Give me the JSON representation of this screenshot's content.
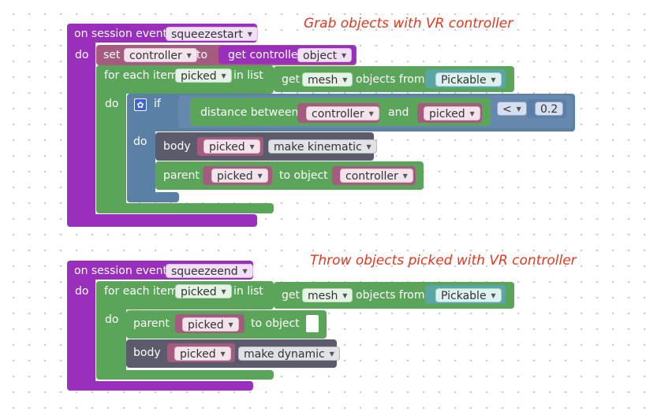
{
  "annotations": {
    "grab": "Grab objects with VR controller",
    "throw": "Throw objects picked with VR controller"
  },
  "grab": {
    "event_label": "on session event",
    "event_value": "squeezestart",
    "do_label": "do",
    "set_label": "set",
    "set_var": "controller",
    "to_label": "to",
    "get_controller_label": "get controller",
    "get_controller_value": "object",
    "foreach_label": "for each item",
    "foreach_var": "picked",
    "in_list_label": "in list",
    "get_label": "get",
    "get_value": "mesh",
    "objects_from_label": "objects from",
    "objects_from_value": "Pickable",
    "do2_label": "do",
    "if_label": "if",
    "distance_label": "distance between",
    "distance_a": "controller",
    "and_label": "and",
    "distance_b": "picked",
    "compare_op": "<",
    "compare_value": "0.2",
    "do3_label": "do",
    "body_label": "body",
    "body_var": "picked",
    "body_action": "make kinematic",
    "parent_label": "parent",
    "parent_var": "picked",
    "to_object_label": "to object",
    "to_object_var": "controller"
  },
  "throw": {
    "event_label": "on session event",
    "event_value": "squeezeend",
    "do_label": "do",
    "foreach_label": "for each item",
    "foreach_var": "picked",
    "in_list_label": "in list",
    "get_label": "get",
    "get_value": "mesh",
    "objects_from_label": "objects from",
    "objects_from_value": "Pickable",
    "do2_label": "do",
    "parent_label": "parent",
    "parent_var": "picked",
    "to_object_label": "to object",
    "body_label": "body",
    "body_var": "picked",
    "body_action": "make dynamic"
  },
  "colors": {
    "event": "#9a2fbd",
    "variable": "#a55b80",
    "loop": "#5ba55b",
    "logic": "#5b80a5",
    "physics": "#5b5b6b",
    "tag": "#5ba5a5",
    "annotation": "#e8351c"
  }
}
